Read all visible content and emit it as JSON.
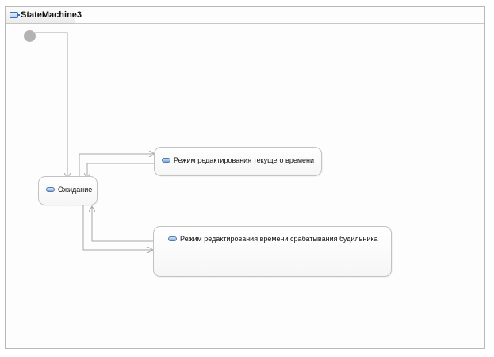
{
  "diagram": {
    "tab_title": "StateMachine3",
    "tab_icon": "state-machine-icon",
    "states": {
      "idle": "Ожидание",
      "edit_time": "Режим редактирования текущего времени",
      "edit_alarm": "Режим редактирования времени срабатывания будильника"
    },
    "state_icon": "state-icon",
    "colors": {
      "frame_border": "#b9b9b9",
      "state_border": "#c2c2c2",
      "initial_node": "#b3b3b3",
      "transition": "#a8a8a8",
      "icon_blue": "#4d7bb3"
    }
  }
}
